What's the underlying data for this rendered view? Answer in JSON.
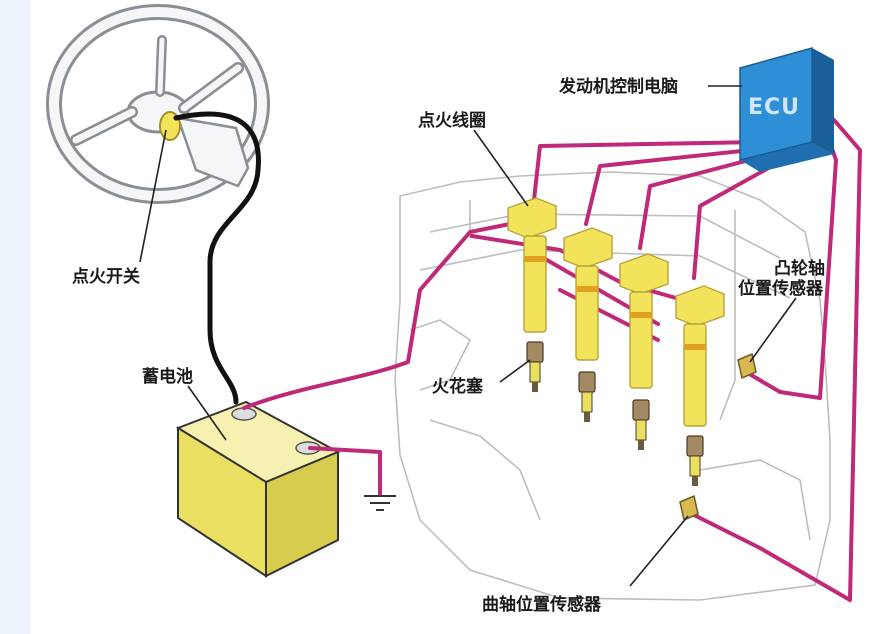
{
  "labels": {
    "ecu_caption": "发动机控制电脑",
    "ecu_box": "ECU",
    "ignition_coil": "点火线圈",
    "camshaft_sensor_line1": "凸轮轴",
    "camshaft_sensor_line2": "位置传感器",
    "ignition_switch": "点火开关",
    "battery": "蓄电池",
    "spark_plug": "火花塞",
    "crankshaft_sensor": "曲轴位置传感器"
  },
  "colors": {
    "wire": "#c0287a",
    "ecu": "#2e8fd6",
    "coil": "#f2e35a",
    "battery": "#efe870",
    "harness": "#111111"
  },
  "icons": [
    "steering-wheel-icon",
    "ground-symbol-icon"
  ]
}
